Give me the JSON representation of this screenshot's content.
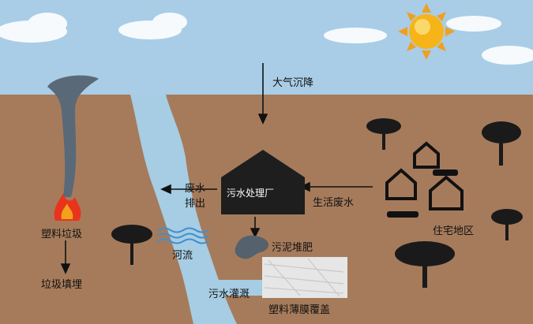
{
  "labels": {
    "atmospheric_deposition": "大气沉降",
    "wastewater_plant": "污水处理厂",
    "domestic_wastewater": "生活废水",
    "wastewater_discharge_line1": "废水",
    "wastewater_discharge_line2": "排出",
    "plastic_waste": "塑料垃圾",
    "landfill": "垃圾填埋",
    "river": "河流",
    "sludge_compost": "污泥堆肥",
    "residential_area": "住宅地区",
    "sewage_irrigation": "污水灌溉",
    "plastic_mulch": "塑料薄膜覆盖"
  },
  "colors": {
    "sky": "#a9cde6",
    "soil": "#a67b5b",
    "river": "#a6cde3",
    "building": "#1e1e1e",
    "sun": "#f6b418",
    "fire": "#e8341c",
    "tree": "#1a1a1a"
  },
  "icons": [
    "sun-icon",
    "cloud-icon",
    "tree-icon",
    "house-icon",
    "car-icon",
    "fire-icon",
    "smoke-icon",
    "wave-icon",
    "sludge-pile-icon",
    "plastic-film-icon",
    "factory-icon"
  ]
}
